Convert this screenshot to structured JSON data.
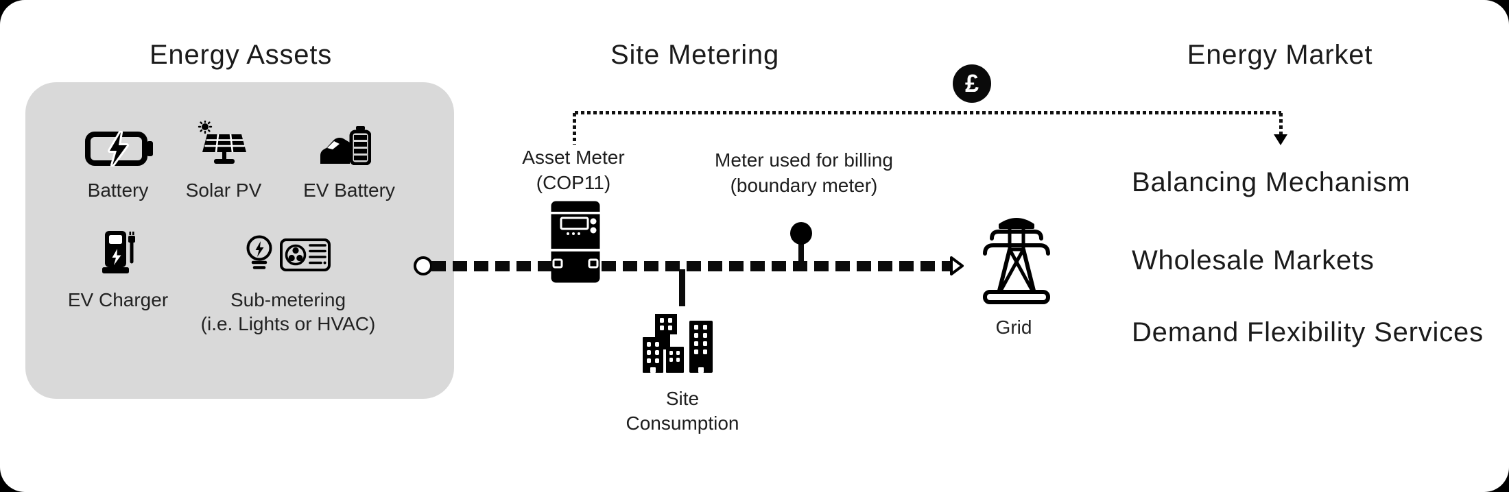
{
  "colors": {
    "page_bg": "#000000",
    "card_bg": "#ffffff",
    "asset_box_bg": "#d9d9d9",
    "ink": "#111111",
    "coin_bg": "#0a0a0a"
  },
  "sections": {
    "energy_assets": {
      "title": "Energy Assets",
      "assets": [
        {
          "label": "Battery"
        },
        {
          "label": "Solar PV"
        },
        {
          "label": "EV Battery"
        },
        {
          "label": "EV Charger"
        },
        {
          "label": "Sub-metering",
          "sublabel": "(i.e. Lights or HVAC)"
        }
      ]
    },
    "site_metering": {
      "title": "Site Metering",
      "asset_meter": {
        "line1": "Asset Meter",
        "line2": "(COP11)"
      },
      "billing_meter": {
        "line1": "Meter used for billing",
        "line2": "(boundary meter)"
      },
      "site_consumption": {
        "line1": "Site",
        "line2": "Consumption"
      },
      "grid_label": "Grid",
      "currency_symbol": "£"
    },
    "energy_market": {
      "title": "Energy Market",
      "items": [
        "Balancing Mechanism",
        "Wholesale Markets",
        "Demand Flexibility Services"
      ]
    }
  }
}
